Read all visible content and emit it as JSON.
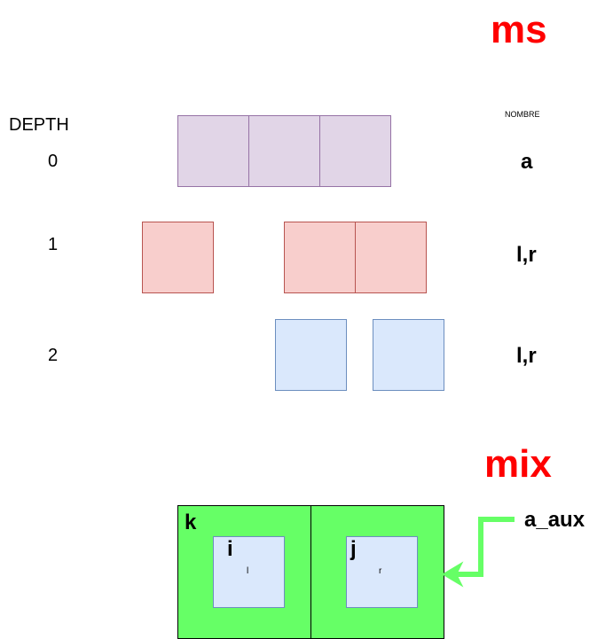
{
  "titles": {
    "ms": "ms",
    "mix": "mix"
  },
  "depth_header": "DEPTH",
  "nombre_header": "NOMBRE",
  "levels": [
    {
      "depth": "0",
      "nombre": "a"
    },
    {
      "depth": "1",
      "nombre": "l,r"
    },
    {
      "depth": "2",
      "nombre": "l,r"
    }
  ],
  "mix": {
    "outer_label": "k",
    "left_label": "i",
    "left_sub": "l",
    "right_label": "j",
    "right_sub": "r",
    "aux_label": "a_aux"
  },
  "colors": {
    "title": "#ff0000",
    "purple_fill": "#e1d5e7",
    "red_fill": "#f8cecc",
    "blue_fill": "#dae8fc",
    "green_fill": "#66ff66",
    "arrow": "#66ff66"
  }
}
